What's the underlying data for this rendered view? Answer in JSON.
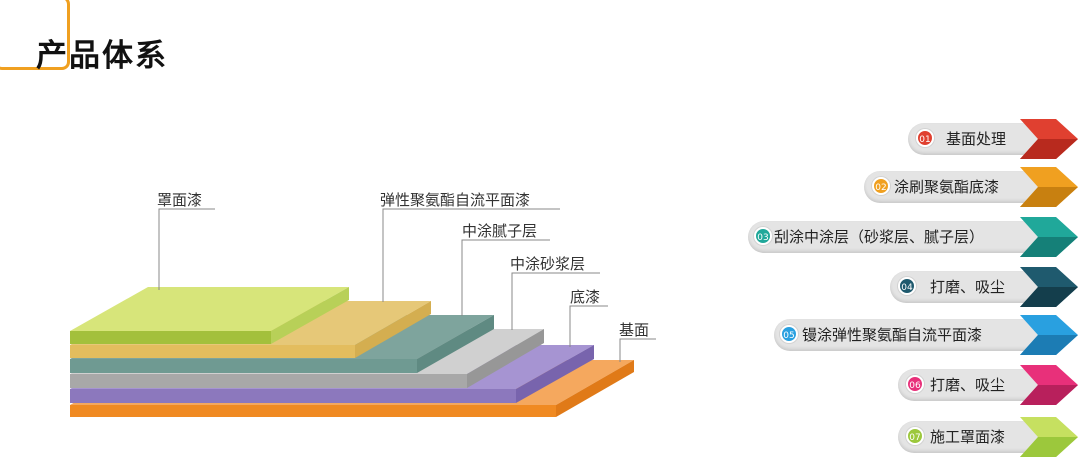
{
  "title": "产品体系",
  "layers": [
    {
      "label": "罩面漆",
      "color": "#d7e57a"
    },
    {
      "label": "弹性聚氨酯自流平面漆",
      "color": "#e3c16a"
    },
    {
      "label": "中涂腻子层",
      "color": "#6f9a92"
    },
    {
      "label": "中涂砂浆层",
      "color": "#a8a8a8"
    },
    {
      "label": "底漆",
      "color": "#8c78bd"
    },
    {
      "label": "基面",
      "color": "#f08a22"
    }
  ],
  "steps": [
    {
      "num": "01",
      "label": "基面处理",
      "color": "#e04030"
    },
    {
      "num": "02",
      "label": "涂刷聚氨酯底漆",
      "color": "#f0a020"
    },
    {
      "num": "03",
      "label": "刮涂中涂层（砂浆层、腻子层）",
      "color": "#20a89a"
    },
    {
      "num": "04",
      "label": "打磨、吸尘",
      "color": "#1f5a6e"
    },
    {
      "num": "05",
      "label": "镘涂弹性聚氨酯自流平面漆",
      "color": "#29a0e0"
    },
    {
      "num": "06",
      "label": "打磨、吸尘",
      "color": "#e8307a"
    },
    {
      "num": "07",
      "label": "施工罩面漆",
      "color": "#9cc83c"
    }
  ]
}
